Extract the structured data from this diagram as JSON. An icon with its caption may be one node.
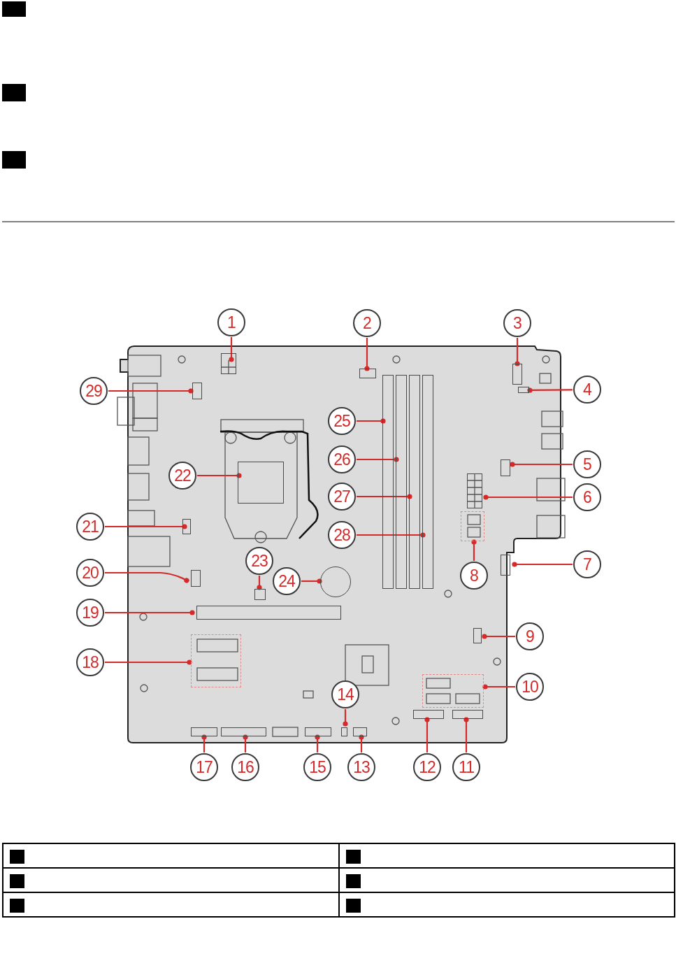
{
  "diagram": {
    "nodes": [
      {
        "text": [
          "1"
        ]
      },
      {
        "text": [
          "2"
        ]
      },
      {
        "text": [
          "3"
        ]
      },
      {
        "text": [
          "4"
        ]
      },
      {
        "text": [
          "5"
        ]
      },
      {
        "text": [
          "6"
        ]
      },
      {
        "text": [
          "7"
        ]
      },
      {
        "text": [
          "8"
        ]
      },
      {
        "text": [
          "9"
        ]
      },
      {
        "text": [
          "10"
        ]
      },
      {
        "text": [
          "11"
        ]
      },
      {
        "text": [
          "12"
        ]
      },
      {
        "text": [
          "13"
        ]
      },
      {
        "text": [
          "14"
        ]
      },
      {
        "text": [
          "15"
        ]
      },
      {
        "text": [
          "16"
        ]
      },
      {
        "text": [
          "17"
        ]
      },
      {
        "text": [
          "18"
        ]
      },
      {
        "text": [
          "19"
        ]
      },
      {
        "text": [
          "20"
        ]
      },
      {
        "text": [
          "21"
        ]
      },
      {
        "text": [
          "22"
        ]
      },
      {
        "text": [
          "23"
        ]
      },
      {
        "text": [
          "24"
        ]
      },
      {
        "text": [
          "25"
        ]
      },
      {
        "text": [
          "26"
        ]
      },
      {
        "text": [
          "27"
        ]
      },
      {
        "text": [
          "28"
        ]
      },
      {
        "text": [
          "29"
        ]
      },
      {
        "text": [],
        "shape": "box"
      },
      {
        "text": [],
        "shape": "box"
      },
      {
        "text": [],
        "shape": "box"
      },
      {
        "text": [],
        "shape": "box"
      },
      {
        "text": [],
        "shape": "box"
      },
      {
        "text": [],
        "shape": "box"
      },
      {
        "text": [],
        "shape": "box"
      },
      {
        "text": [],
        "shape": "box"
      },
      {
        "text": [],
        "shape": "box"
      },
      {
        "text": [],
        "shape": "box"
      },
      {
        "text": [],
        "shape": "box"
      },
      {
        "text": [],
        "shape": "box"
      },
      {
        "text": [],
        "shape": "box"
      },
      {
        "text": [],
        "shape": "box"
      },
      {
        "text": [],
        "shape": "box"
      },
      {
        "text": [],
        "shape": "box"
      },
      {
        "text": [],
        "shape": "box"
      },
      {
        "text": [],
        "shape": "box"
      },
      {
        "text": [],
        "shape": "box"
      },
      {
        "text": [],
        "shape": "box"
      },
      {
        "text": [],
        "shape": "box"
      },
      {
        "text": [],
        "shape": "box"
      },
      {
        "text": [],
        "shape": "box"
      },
      {
        "text": [],
        "shape": "circle"
      },
      {
        "text": [],
        "shape": "box"
      },
      {
        "text": [],
        "shape": "box"
      },
      {
        "text": [],
        "shape": "box"
      },
      {
        "text": [],
        "shape": "box"
      },
      {
        "text": [],
        "shape": "box"
      }
    ],
    "edges": [
      {
        "from": 0,
        "to": 29,
        "arrow": "other"
      },
      {
        "from": 1,
        "to": 30,
        "arrow": "other"
      },
      {
        "from": 2,
        "to": 31,
        "arrow": "other"
      },
      {
        "from": 3,
        "to": 32,
        "arrow": "other"
      },
      {
        "from": 4,
        "to": 33,
        "arrow": "other"
      },
      {
        "from": 5,
        "to": 34,
        "arrow": "other"
      },
      {
        "from": 6,
        "to": 35,
        "arrow": "other"
      },
      {
        "from": 7,
        "to": 36,
        "arrow": "other"
      },
      {
        "from": 8,
        "to": 37,
        "arrow": "other"
      },
      {
        "from": 9,
        "to": 38,
        "arrow": "other"
      },
      {
        "from": 10,
        "to": 39,
        "arrow": "other"
      },
      {
        "from": 11,
        "to": 40,
        "arrow": "other"
      },
      {
        "from": 12,
        "to": 41,
        "arrow": "other"
      },
      {
        "from": 13,
        "to": 42,
        "arrow": "other"
      },
      {
        "from": 14,
        "to": 43,
        "arrow": "other"
      },
      {
        "from": 15,
        "to": 44,
        "arrow": "other"
      },
      {
        "from": 16,
        "to": 45,
        "arrow": "other"
      },
      {
        "from": 17,
        "to": 46,
        "arrow": "other"
      },
      {
        "from": 18,
        "to": 47,
        "arrow": "other"
      },
      {
        "from": 19,
        "to": 48,
        "arrow": "other"
      },
      {
        "from": 20,
        "to": 49,
        "arrow": "other"
      },
      {
        "from": 21,
        "to": 50,
        "arrow": "other"
      },
      {
        "from": 22,
        "to": 51,
        "arrow": "other"
      },
      {
        "from": 23,
        "to": 52,
        "arrow": "other"
      },
      {
        "from": 24,
        "to": 53,
        "arrow": "other"
      },
      {
        "from": 25,
        "to": 54,
        "arrow": "other"
      },
      {
        "from": 26,
        "to": 55,
        "arrow": "other"
      },
      {
        "from": 27,
        "to": 56,
        "arrow": "other"
      },
      {
        "from": 28,
        "to": 57,
        "arrow": "other"
      }
    ]
  }
}
